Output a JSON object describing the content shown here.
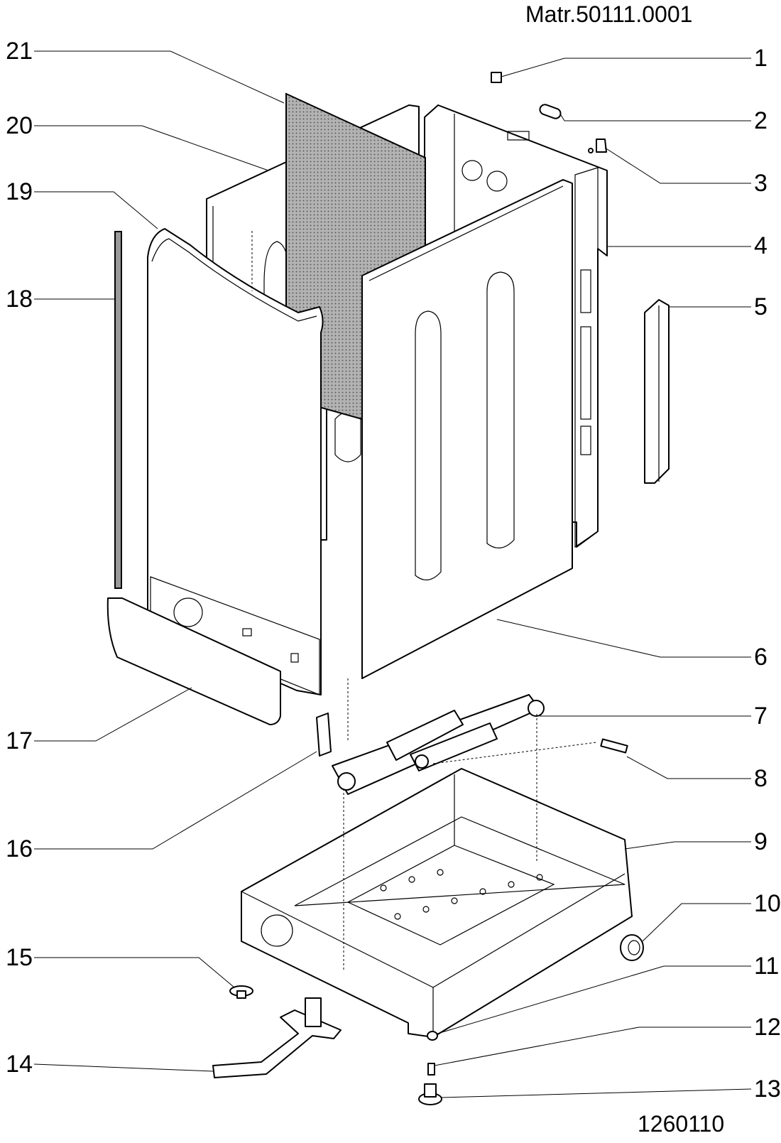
{
  "header": {
    "material_code": "Matr.50111.0001"
  },
  "footer": {
    "drawing_number": "1260110"
  },
  "callouts": [
    "1",
    "2",
    "3",
    "4",
    "5",
    "6",
    "7",
    "8",
    "9",
    "10",
    "11",
    "12",
    "13",
    "14",
    "15",
    "16",
    "17",
    "18",
    "19",
    "20",
    "21"
  ]
}
